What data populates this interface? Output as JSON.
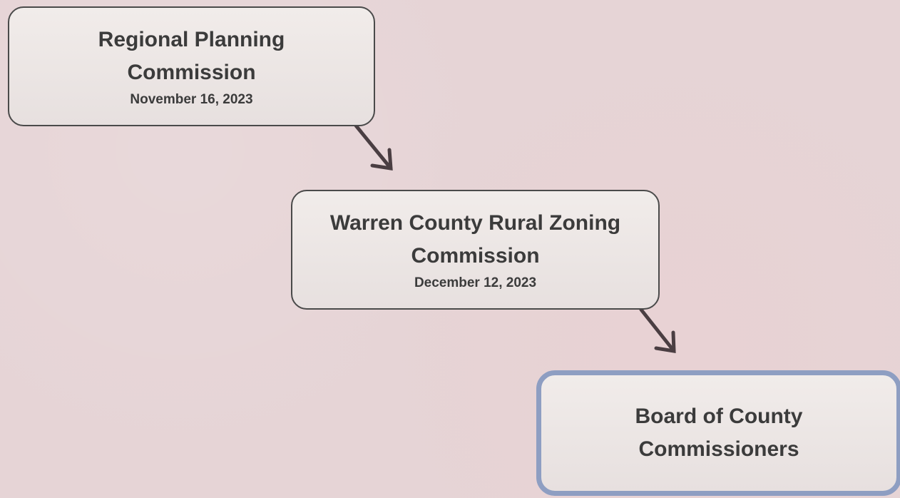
{
  "diagram": {
    "nodes": [
      {
        "id": "regional-planning-commission",
        "title_line1": "Regional Planning",
        "title_line2": "Commission",
        "date": "November 16, 2023"
      },
      {
        "id": "warren-county-rural-zoning-commission",
        "title_line1": "Warren County Rural Zoning",
        "title_line2": "Commission",
        "date": "December 12, 2023"
      },
      {
        "id": "board-of-county-commissioners",
        "title_line1": "Board of County",
        "title_line2": "Commissioners",
        "date": ""
      }
    ],
    "edges": [
      {
        "from": "regional-planning-commission",
        "to": "warren-county-rural-zoning-commission"
      },
      {
        "from": "warren-county-rural-zoning-commission",
        "to": "board-of-county-commissioners"
      }
    ],
    "colors": {
      "background": "#e6d4d6",
      "box_fill": "#ece6e4",
      "box_border": "#4a4a4a",
      "highlight_border": "#8e9ec2",
      "text": "#3b3b3b",
      "arrow": "#4a3e42"
    }
  }
}
